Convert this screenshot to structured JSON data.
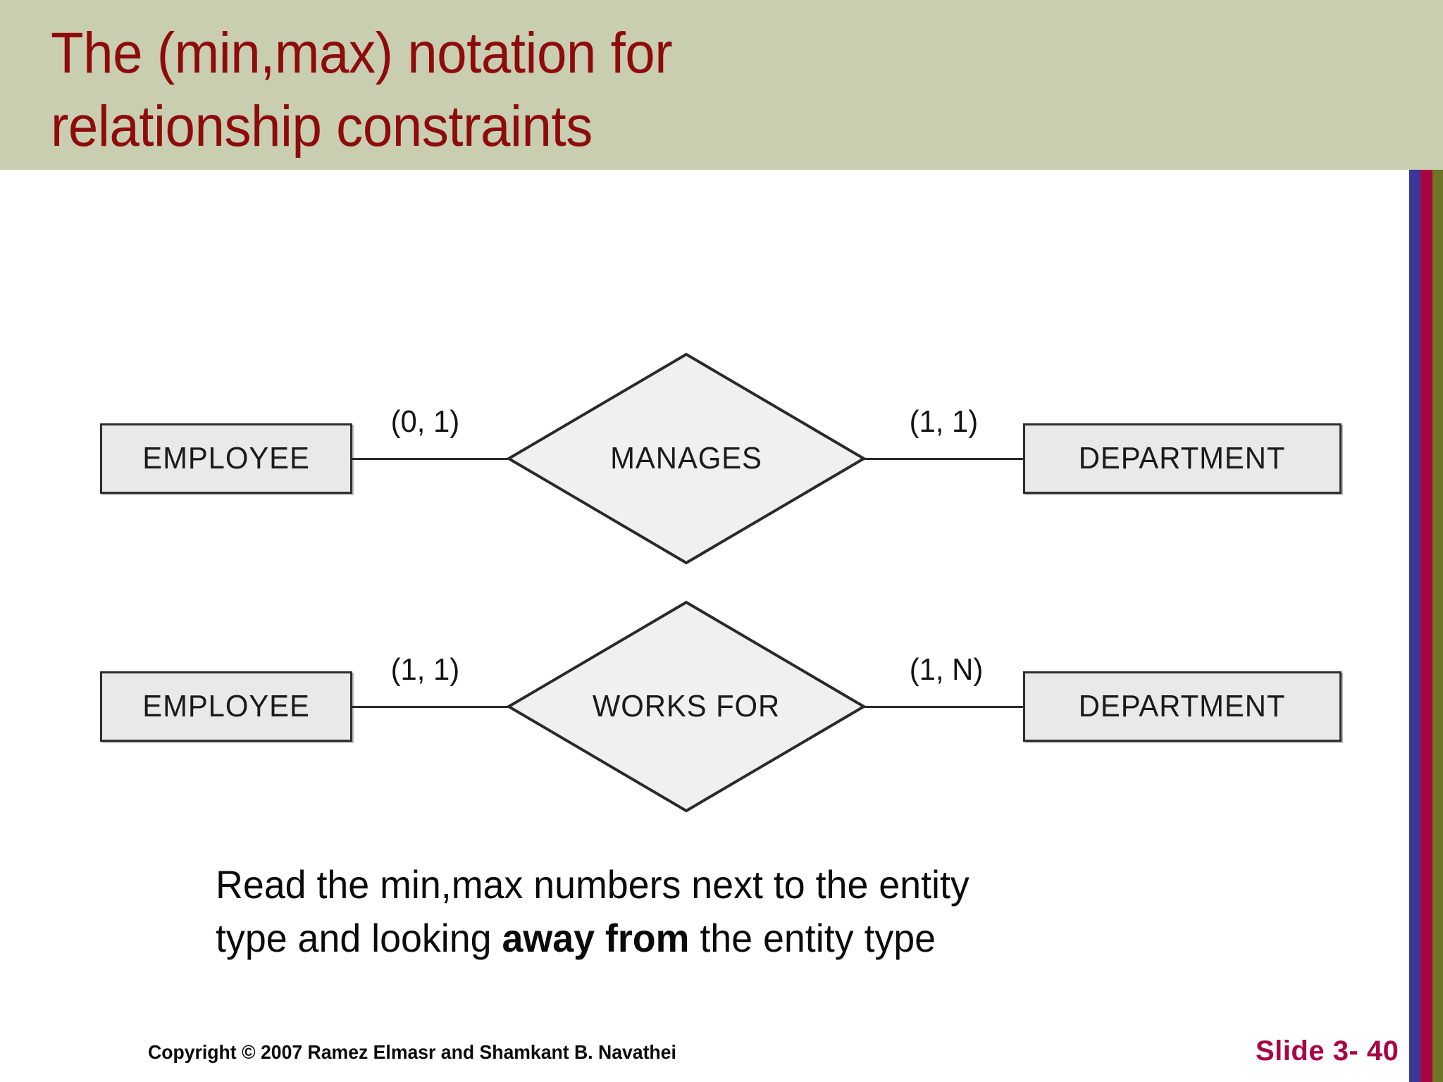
{
  "slide": {
    "title": "The (min,max) notation for\nrelationship constraints",
    "title_color": "#8e0b0b",
    "header_bg": "#c9ceb1",
    "body_bg": "#ffffff"
  },
  "edge_stripes": {
    "blue": "#3b3697",
    "red": "#a70440",
    "olive": "#6d7527"
  },
  "diagram": {
    "entity_fill": "#e9e9e9",
    "entity_border": "#2e2e2e",
    "diamond_fill": "#f0f0f0",
    "diamond_border": "#2a2a2a",
    "rows": [
      {
        "left_entity": "EMPLOYEE",
        "left_cardinality": "(0, 1)",
        "relationship": "MANAGES",
        "right_cardinality": "(1, 1)",
        "right_entity": "DEPARTMENT"
      },
      {
        "left_entity": "EMPLOYEE",
        "left_cardinality": "(1, 1)",
        "relationship": "WORKS FOR",
        "right_cardinality": "(1, N)",
        "right_entity": "DEPARTMENT"
      }
    ]
  },
  "body": {
    "line1": "Read the min,max numbers next to the entity",
    "line2_before": "type and looking ",
    "line2_bold": "away from",
    "line2_after": " the entity type"
  },
  "footer": {
    "copyright": "Copyright © 2007 Ramez Elmasr and Shamkant B. Navathei",
    "slide_number": "Slide 3- 40",
    "slide_number_color": "#a80446"
  }
}
